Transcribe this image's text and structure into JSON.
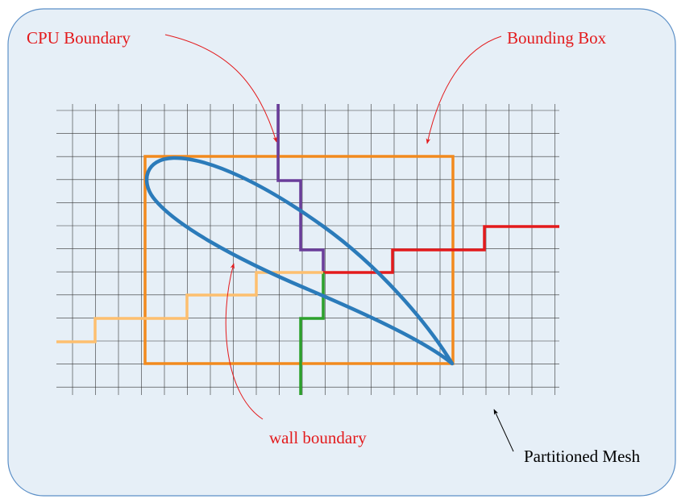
{
  "labels": {
    "cpu_boundary": "CPU Boundary",
    "bounding_box": "Bounding Box",
    "wall_boundary": "wall boundary",
    "partitioned_mesh": "Partitioned Mesh"
  },
  "colors": {
    "panel_fill": "#e6eff7",
    "panel_stroke": "#5b8fc7",
    "annotation_red": "#e31a1c",
    "annotation_black": "#000000",
    "grid": "#333333",
    "bounding_box": "#f28a1e",
    "airfoil": "#2b7bba",
    "cpu_purple": "#6a3d9a",
    "cpu_red": "#e31a1c",
    "cpu_green": "#2ca02c",
    "cpu_light_orange": "#fdbf6f"
  },
  "icons": {
    "annotation_arrow": "curved-arrow-icon"
  }
}
